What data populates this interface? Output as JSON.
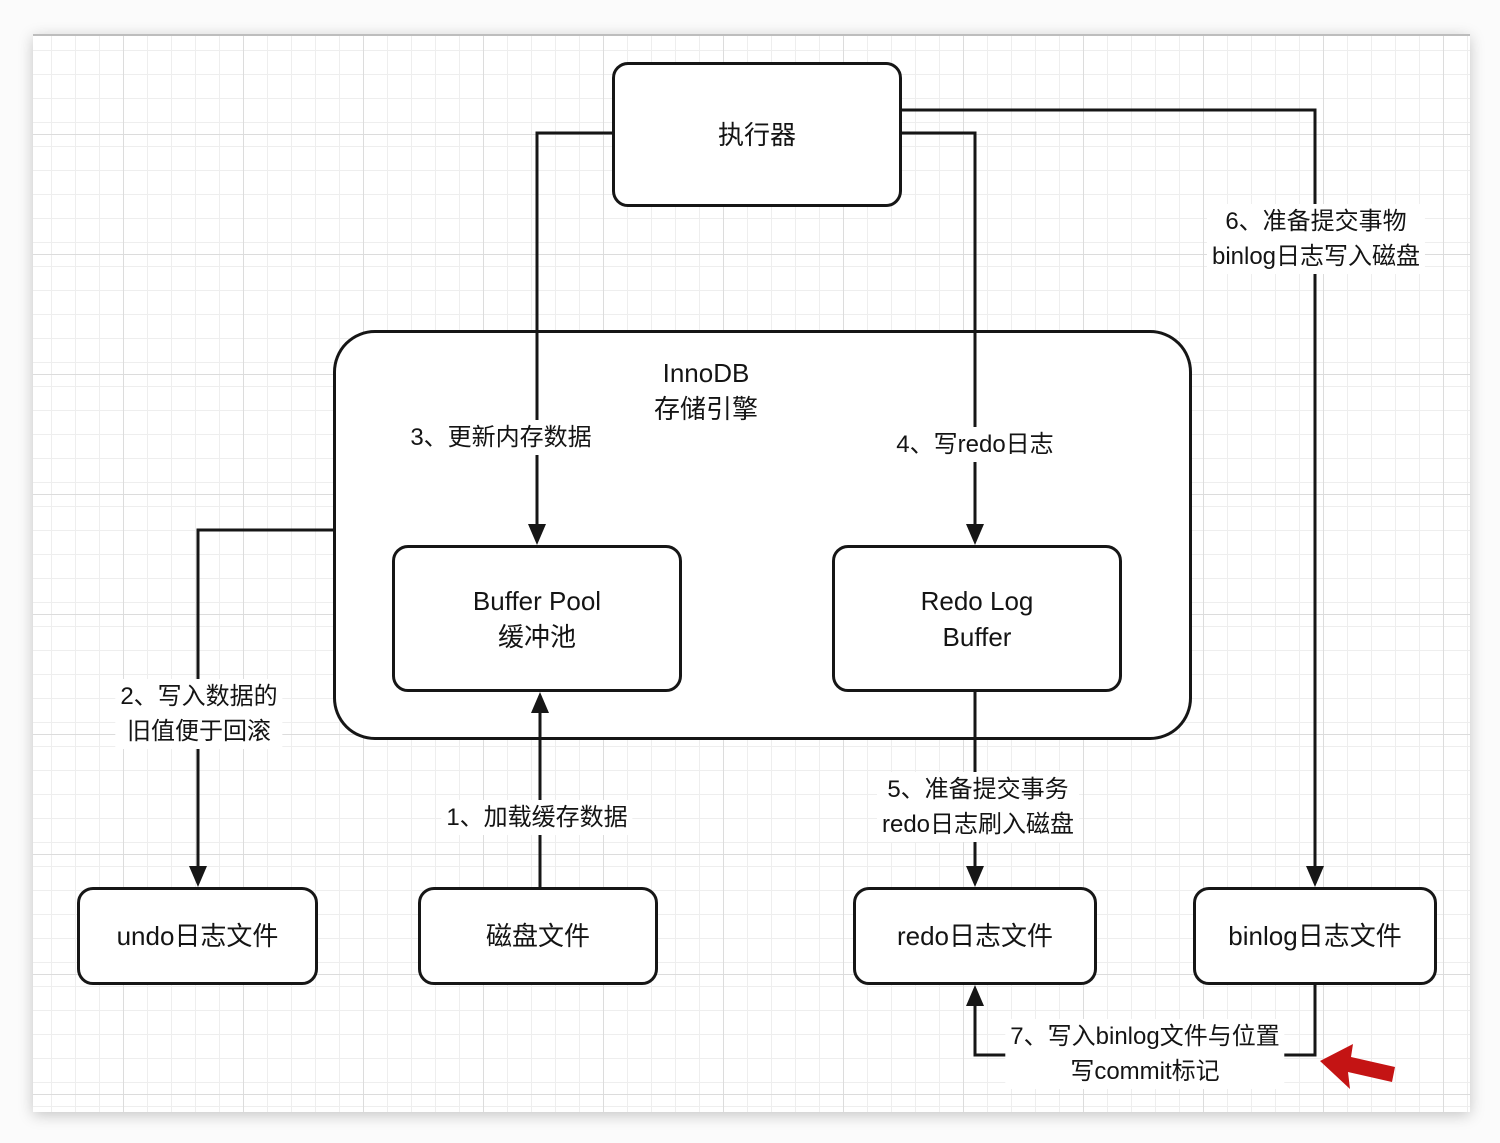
{
  "diagram": {
    "nodes": {
      "executor": {
        "label": "执行器"
      },
      "innodb": {
        "line1": "InnoDB",
        "line2": "存储引擎"
      },
      "buffer_pool": {
        "line1": "Buffer Pool",
        "line2": "缓冲池"
      },
      "redo_log_buffer": {
        "line1": "Redo Log",
        "line2": "Buffer"
      },
      "undo_file": {
        "label": "undo日志文件"
      },
      "disk_file": {
        "label": "磁盘文件"
      },
      "redo_file": {
        "label": "redo日志文件"
      },
      "binlog_file": {
        "label": "binlog日志文件"
      }
    },
    "edge_labels": {
      "step1": {
        "line1": "1、加载缓存数据"
      },
      "step2": {
        "line1": "2、写入数据的",
        "line2": "旧值便于回滚"
      },
      "step3": {
        "line1": "3、更新内存数据"
      },
      "step4": {
        "line1": "4、写redo日志"
      },
      "step5": {
        "line1": "5、准备提交事务",
        "line2": "redo日志刷入磁盘"
      },
      "step6": {
        "line1": "6、准备提交事物",
        "line2": "binlog日志写入磁盘"
      },
      "step7": {
        "line1": "7、写入binlog文件与位置",
        "line2": "写commit标记"
      }
    },
    "colors": {
      "stroke": "#161616",
      "annotation_arrow": "#c41414",
      "grid_minor": "#eeeeee",
      "grid_major": "#dcdcdc"
    }
  }
}
